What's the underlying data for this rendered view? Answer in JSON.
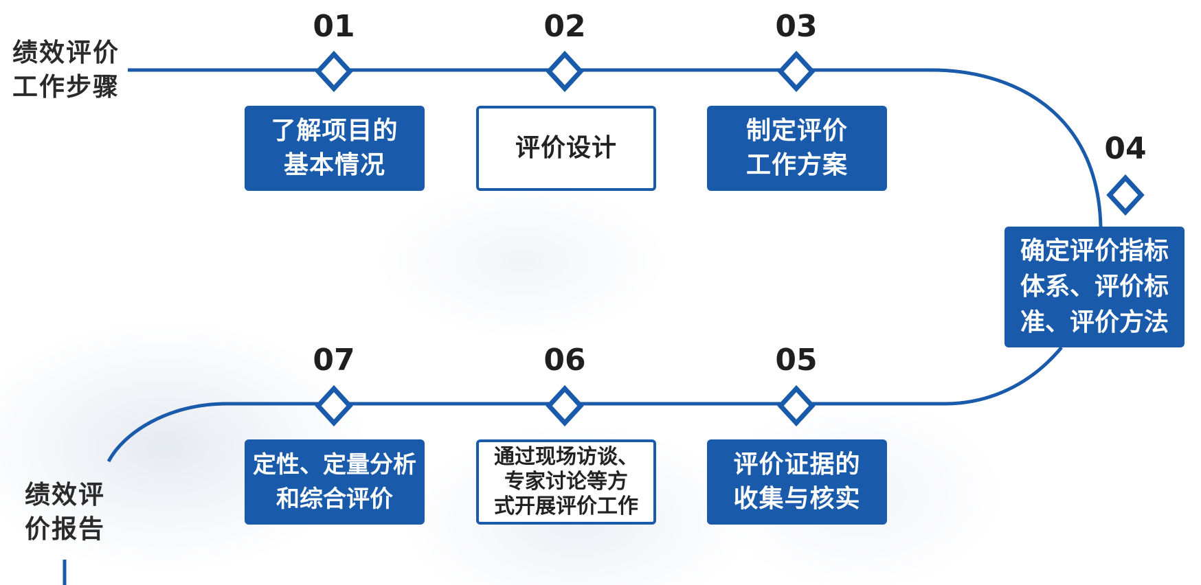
{
  "header": {
    "title": "绩效评价\n工作步骤"
  },
  "footer": {
    "title": "绩效评\n价报告"
  },
  "colors": {
    "accent": "#1a5aaa",
    "text": "#222222"
  },
  "steps": [
    {
      "number": "01",
      "text": "了解项目的\n基本情况",
      "style": "filled"
    },
    {
      "number": "02",
      "text": "评价设计",
      "style": "outline"
    },
    {
      "number": "03",
      "text": "制定评价\n工作方案",
      "style": "filled"
    },
    {
      "number": "04",
      "text": "确定评价指标\n体系、评价标\n准、评价方法",
      "style": "filled"
    },
    {
      "number": "05",
      "text": "评价证据的\n收集与核实",
      "style": "filled"
    },
    {
      "number": "06",
      "text": "通过现场访谈、\n专家讨论等方\n式开展评价工作",
      "style": "outline"
    },
    {
      "number": "07",
      "text": "定性、定量分析\n和综合评价",
      "style": "filled"
    }
  ]
}
